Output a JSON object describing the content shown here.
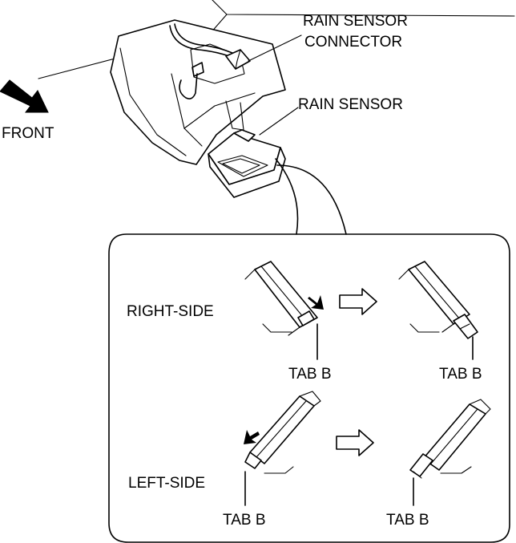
{
  "labels": {
    "rain_sensor_connector_line1": "RAIN SENSOR",
    "rain_sensor_connector_line2": "CONNECTOR",
    "rain_sensor": "RAIN SENSOR",
    "front": "FRONT",
    "right_side": "RIGHT-SIDE",
    "left_side": "LEFT-SIDE",
    "tab_b_right_before": "TAB B",
    "tab_b_right_after": "TAB B",
    "tab_b_left_before": "TAB B",
    "tab_b_left_after": "TAB B"
  }
}
